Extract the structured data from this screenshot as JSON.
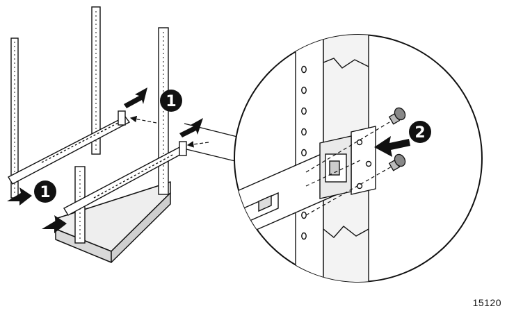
{
  "figure": {
    "id": "15120",
    "callouts": {
      "step1_upper": "1",
      "step1_lower": "1",
      "step2": "2"
    }
  },
  "colors": {
    "ink": "#111111",
    "paper": "#ffffff",
    "shade": "#d9d9d9",
    "base": "#eeeeee"
  }
}
